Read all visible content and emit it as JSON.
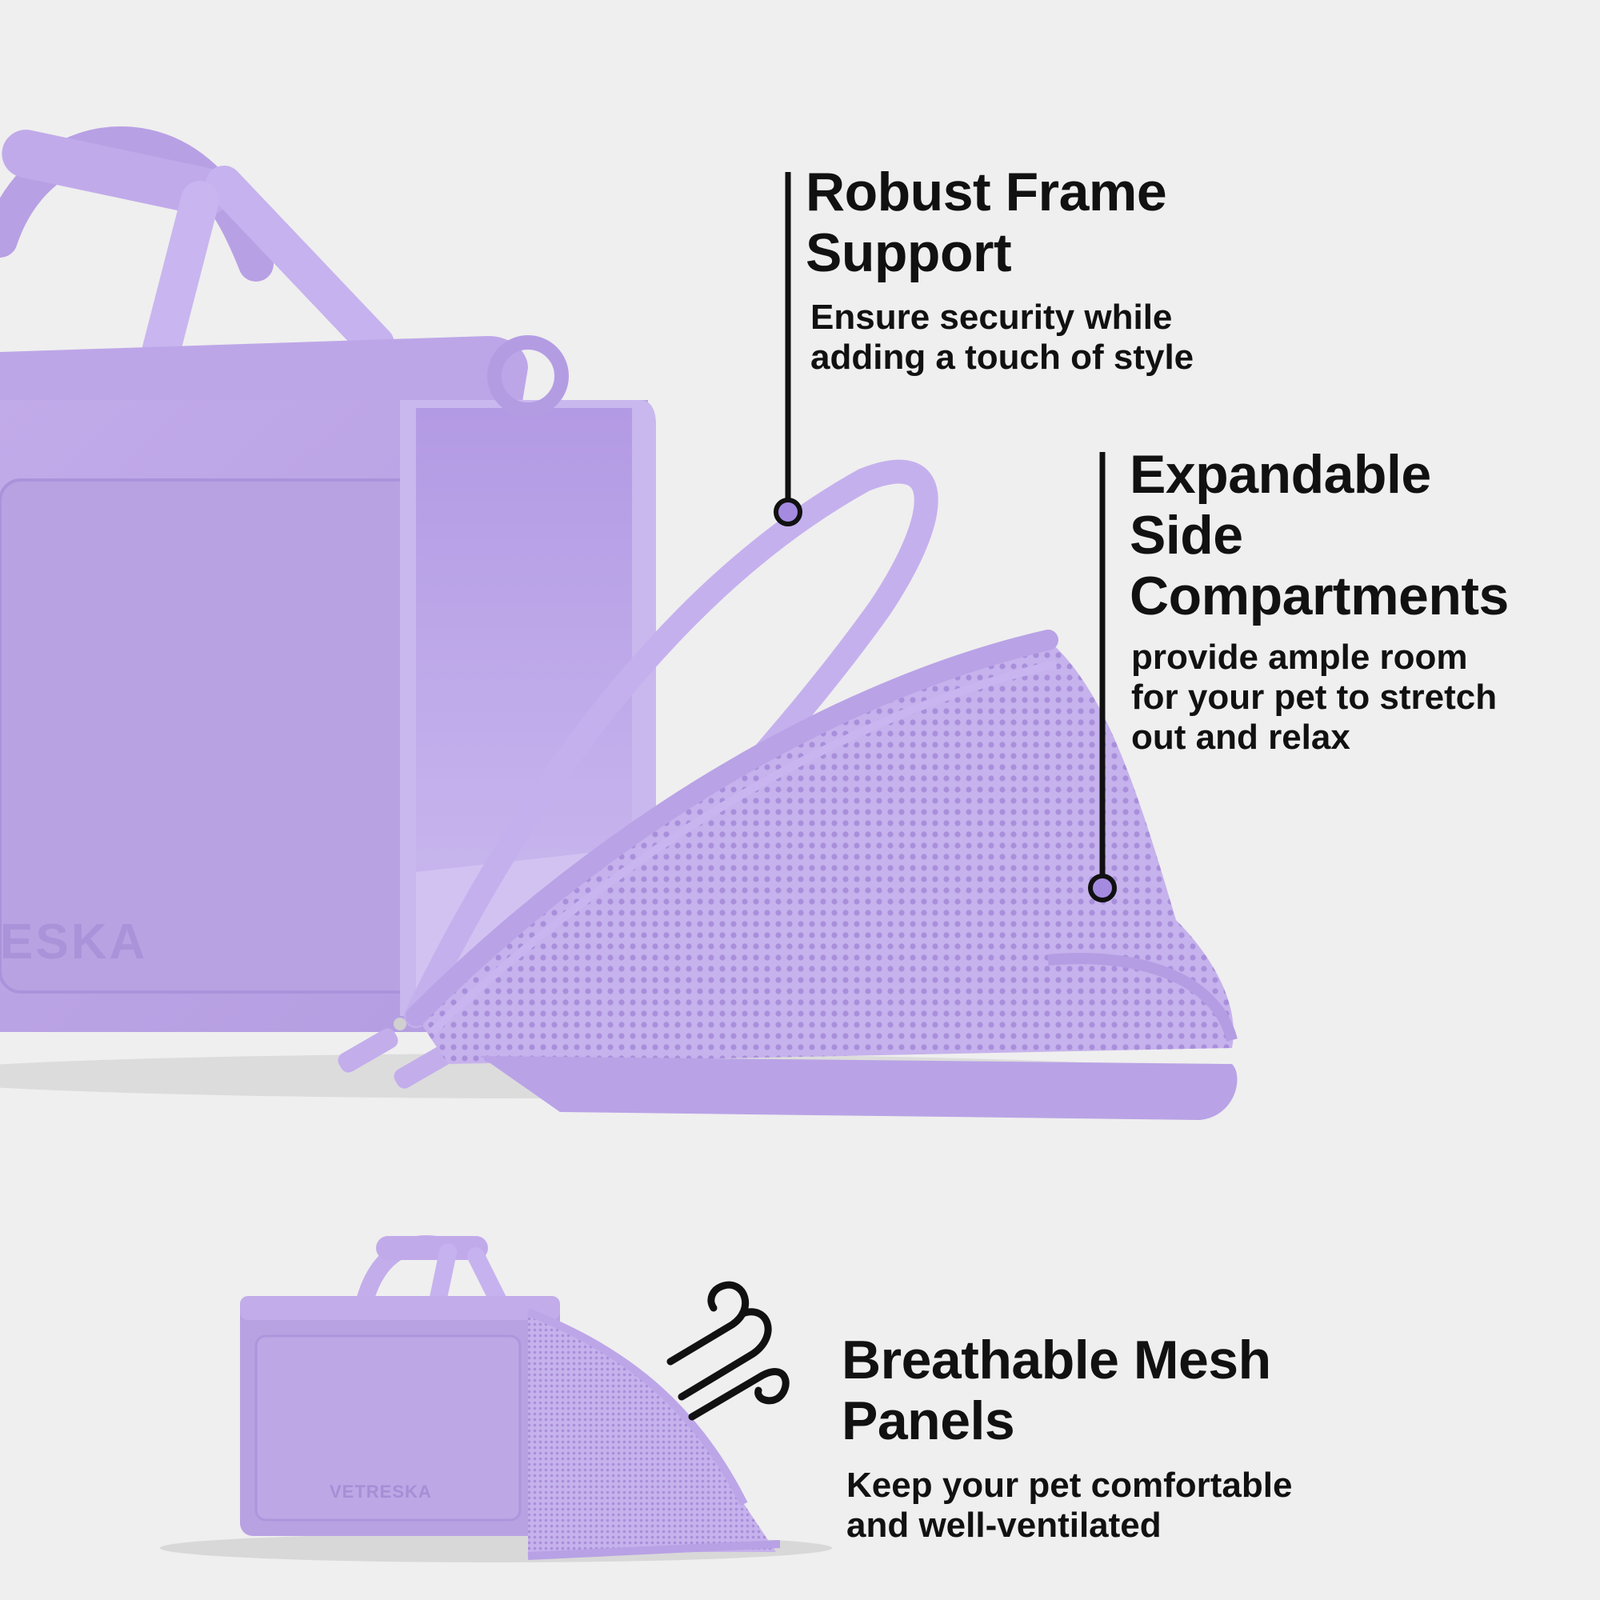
{
  "brand": {
    "large_bag_logo": "ESKA",
    "small_bag_logo": "VETRESKA"
  },
  "colors": {
    "background": "#efefef",
    "bag_main": "#b9a2e2",
    "bag_shadow": "#9e86cf",
    "bag_light": "#ccb8ef",
    "callout_dot": "#a48be0",
    "text": "#111111"
  },
  "features": {
    "frame": {
      "title_lines": [
        "Robust Frame",
        "Support"
      ],
      "desc_lines": [
        "Ensure security while",
        "adding a touch of style"
      ]
    },
    "expandable": {
      "title_lines": [
        "Expandable",
        "Side",
        "Compartments"
      ],
      "desc_lines": [
        "provide ample room",
        "for your pet to stretch",
        "out and relax"
      ]
    },
    "mesh": {
      "title_lines": [
        "Breathable Mesh",
        "Panels"
      ],
      "desc_lines": [
        "Keep your pet comfortable",
        "and well-ventilated"
      ]
    }
  },
  "icons": {
    "callout_marker": "dot-marker-icon",
    "airflow": "wind-icon"
  }
}
